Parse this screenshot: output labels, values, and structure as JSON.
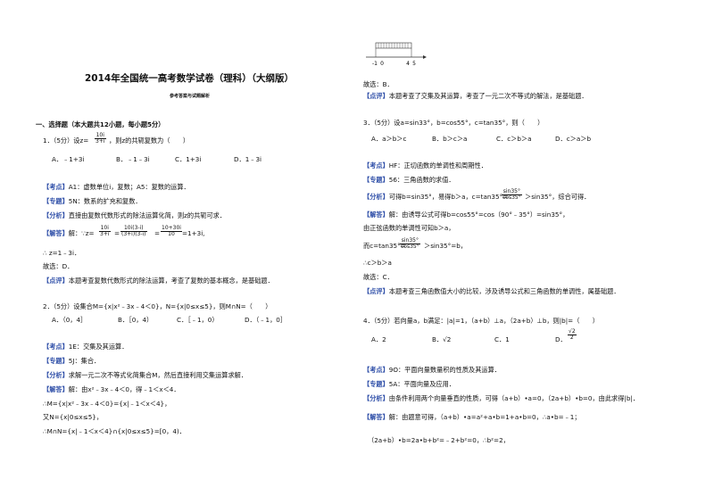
{
  "header": {
    "title": "2014年全国统一高考数学试卷（理科）（大纲版）",
    "subtitle": "参考答案与试题解析"
  },
  "left": {
    "section": "一、选择题（本大题共12小题，每小题5分）",
    "q1": {
      "stem_a": "1．（5分）设z=",
      "stem_b": "，则z的共轭复数为（　　）",
      "frac_num": "10i",
      "frac_den": "3+i",
      "options": [
        "A．﹣1+3i",
        "B．﹣1﹣3i",
        "C．1+3i",
        "D．1﹣3i"
      ],
      "kaodian_tag": "【考点】",
      "kaodian": "A1：虚数单位i，复数；A5：复数的运算．",
      "zhuanti_tag": "【专题】",
      "zhuanti": "5N：数系的扩充和复数．",
      "fenxi_tag": "【分析】",
      "fenxi": "直接由复数代数形式的除法运算化简，则z的共轭可求．",
      "jieda_tag": "【解答】",
      "jieda_a": "解：∵z=",
      "jieda_f1_num": "10i",
      "jieda_f1_den": "3+i",
      "jieda_f2_num": "10i(3-i)",
      "jieda_f2_den": "(3+i)(3-i)",
      "jieda_f3_num": "10+30i",
      "jieda_f3_den": "10",
      "jieda_b": "=1+3i,",
      "conj": "∴ z=1﹣3i．",
      "guxuan": "故选：D．",
      "dianping_tag": "【点评】",
      "dianping": "本题考查复数代数形式的除法运算，考查了复数的基本概念，是基础题．"
    },
    "q2": {
      "stem": "2．（5分）设集合M={x|x²﹣3x﹣4＜0}，N={x|0≤x≤5}，则M∩N=（　　）",
      "options": [
        "A．（0，4］",
        "B．［0，4）",
        "C．［﹣1，0）",
        "D．（﹣1，0］"
      ],
      "kaodian_tag": "【考点】",
      "kaodian": "1E：交集及其运算．",
      "zhuanti_tag": "【专题】",
      "zhuanti": "5J：集合．",
      "fenxi_tag": "【分析】",
      "fenxi": "求解一元二次不等式化简集合M，然后直接利用交集运算求解．",
      "jieda_tag": "【解答】",
      "jieda1": "解：由x²﹣3x﹣4＜0，得﹣1＜x＜4．",
      "jieda2": "∴M={x|x²﹣3x﹣4＜0}={x|﹣1＜x＜4}，",
      "jieda3": "又N={x|0≤x≤5}，",
      "jieda4": "∴M∩N={x|﹣1＜x＜4}∩{x|0≤x≤5}=[0，4)．"
    }
  },
  "right": {
    "numberline_labels": [
      "-1",
      "0",
      "4",
      "5"
    ],
    "guxuan_b": "故选：B．",
    "q2_dianping_tag": "【点评】",
    "q2_dianping": "本题考查了交集及其运算，考查了一元二次不等式的解法，是基础题．",
    "q3": {
      "stem": "3．（5分）设a=sin33°，b=cos55°，c=tan35°，则（　　）",
      "options": [
        "A．a＞b＞c",
        "B．b＞c＞a",
        "C．c＞b＞a",
        "D．c＞a＞b"
      ],
      "kaodian_tag": "【考点】",
      "kaodian": "HF：正切函数的单调性和周期性．",
      "zhuanti_tag": "【专题】",
      "zhuanti": "56：三角函数的求值．",
      "fenxi_tag": "【分析】",
      "fenxi_a": "可得b=sin35°，易得b＞a，c=tan35°=",
      "fenxi_num": "sin35°",
      "fenxi_den": "cos35°",
      "fenxi_b": "＞sin35°，综合可得．",
      "jieda_tag": "【解答】",
      "jieda1": "解：由诱导公式可得b=cos55°=cos（90°﹣35°）=sin35°，",
      "jieda2": "由正弦函数的单调性可知b＞a，",
      "jieda3_a": "而c=tan35°=",
      "jieda3_num": "sin35°",
      "jieda3_den": "cos35°",
      "jieda3_b": "＞sin35°=b，",
      "jieda4": "∴c＞b＞a",
      "guxuan": "故选：C．",
      "dianping_tag": "【点评】",
      "dianping": "本题考查三角函数值大小的比较，涉及诱导公式和三角函数的单调性，属基础题．"
    },
    "q4": {
      "stem": "4．（5分）若向量a，b满足：|a|=1，（a+b）⊥a，（2a+b）⊥b，则|b|=（　　）",
      "options": [
        "A．2",
        "B．√2",
        "C．1",
        "D．"
      ],
      "d_num": "√2",
      "d_den": "2",
      "kaodian_tag": "【考点】",
      "kaodian": "9O：平面向量数量积的性质及其运算．",
      "zhuanti_tag": "【专题】",
      "zhuanti": "5A：平面向量及应用．",
      "fenxi_tag": "【分析】",
      "fenxi": "由条件利用两个向量垂直的性质，可得（a+b）•a=0，（2a+b）•b=0，由此求得|b|．",
      "jieda_tag": "【解答】",
      "jieda1": "解：由题意可得，（a+b）•a=a²+a•b=1+a•b=0，∴a•b=﹣1；",
      "jieda2": "（2a+b）•b=2a•b+b²=﹣2+b²=0，∴b²=2，"
    }
  }
}
